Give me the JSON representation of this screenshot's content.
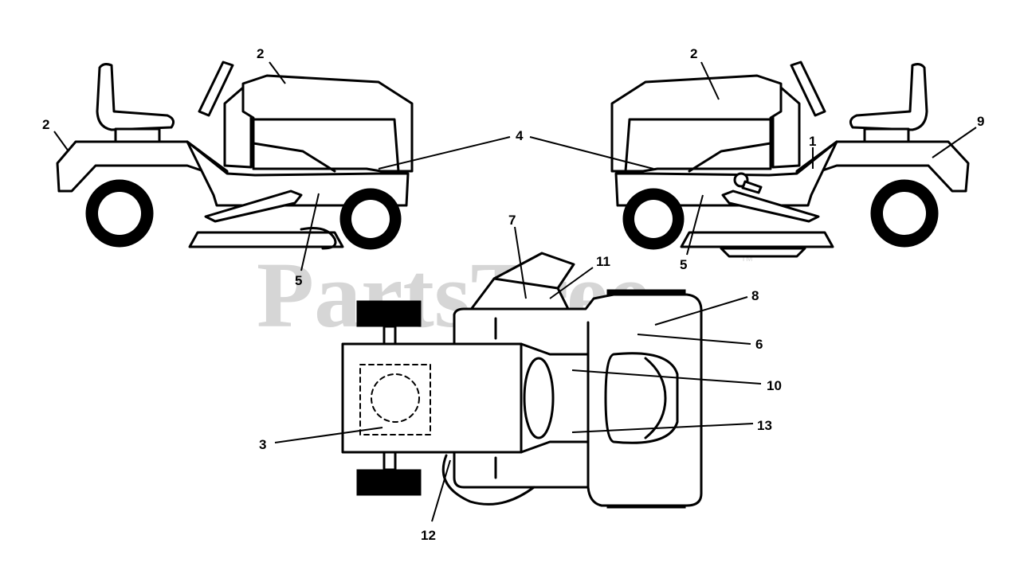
{
  "watermark": {
    "text": "PartsTree",
    "trademark": "TM"
  },
  "labels": {
    "left_2a": "2",
    "left_2b": "2",
    "left_5": "5",
    "label_4": "4",
    "right_2": "2",
    "right_9": "9",
    "right_1": "1",
    "right_5": "5",
    "top_7": "7",
    "top_11": "11",
    "top_8": "8",
    "top_6": "6",
    "top_10": "10",
    "top_13": "13",
    "top_3": "3",
    "top_12": "12"
  },
  "colors": {
    "line": "#000000",
    "background": "#ffffff",
    "watermark": "#d6d6d6"
  }
}
